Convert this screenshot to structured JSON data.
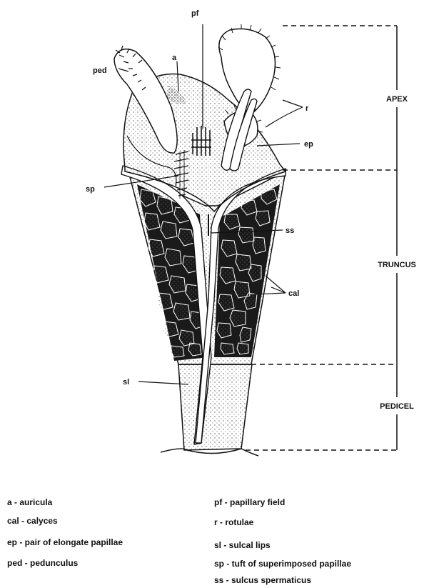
{
  "labels": {
    "pf": "pf",
    "a": "a",
    "ped": "ped",
    "r": "r",
    "ep": "ep",
    "sp": "sp",
    "ss": "ss",
    "cal": "cal",
    "sl": "sl"
  },
  "regions": {
    "apex": "APEX",
    "truncus": "TRUNCUS",
    "pedicel": "PEDICEL"
  },
  "legend": {
    "left": [
      "a - auricula",
      "cal - calyces",
      "ep - pair of elongate papillae",
      "ped - pedunculus"
    ],
    "right": [
      "pf - papillary field",
      "r - rotulae",
      "sl - sulcal lips",
      "sp - tuft of superimposed papillae",
      "ss - sulcus spermaticus"
    ]
  }
}
